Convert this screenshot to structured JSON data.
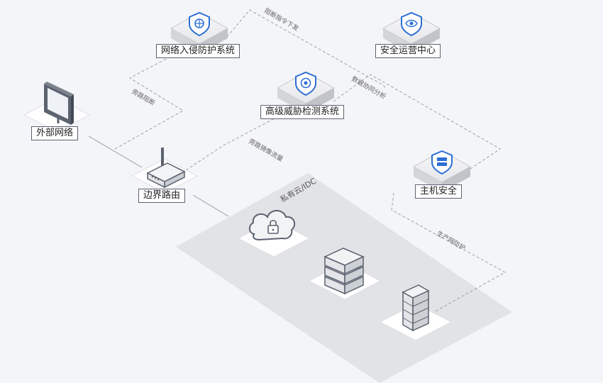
{
  "nodes": {
    "ips": {
      "label": "网络入侵防护系统",
      "icon": "shield-network-icon"
    },
    "soc": {
      "label": "安全运营中心",
      "icon": "shield-eye-icon"
    },
    "atd": {
      "label": "高级威胁检测系统",
      "icon": "shield-target-icon"
    },
    "external": {
      "label": "外部网络",
      "icon": "monitor-icon"
    },
    "router": {
      "label": "边界路由",
      "icon": "router-icon"
    },
    "host": {
      "label": "主机安全",
      "icon": "shield-host-icon"
    }
  },
  "zone": {
    "label": "私有云/IDC"
  },
  "zone_assets": [
    {
      "name": "cloud-lock-icon"
    },
    {
      "name": "server-rack-icon"
    },
    {
      "name": "firewall-icon"
    }
  ],
  "edges": {
    "block_cmd": "阻断指令下发",
    "bypass_block": "旁路阻断",
    "data_analysis": "数据协同分析",
    "mirror_traffic": "旁路镜像流量",
    "prod_protect": "生产网防护"
  },
  "colors": {
    "shield": "#2d6fd6",
    "line": "#9aa0a8",
    "zone": "#e2e3e6",
    "label_border": "#5b6270"
  }
}
